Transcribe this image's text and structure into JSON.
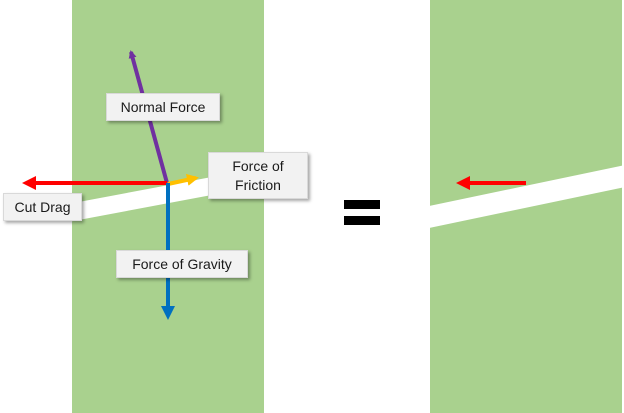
{
  "colors": {
    "block": "#a9d18e",
    "cut": "#ffffff",
    "normal_arrow": "#7030a0",
    "friction_arrow": "#ffc000",
    "drag_arrow": "#ff0000",
    "gravity_arrow": "#0070c0",
    "equals": "#000000"
  },
  "labels": {
    "normal_force": "Normal Force",
    "force_of_friction": "Force of\nFriction",
    "cut_drag": "Cut Drag",
    "force_of_gravity": "Force of Gravity"
  },
  "equals_sign": "="
}
